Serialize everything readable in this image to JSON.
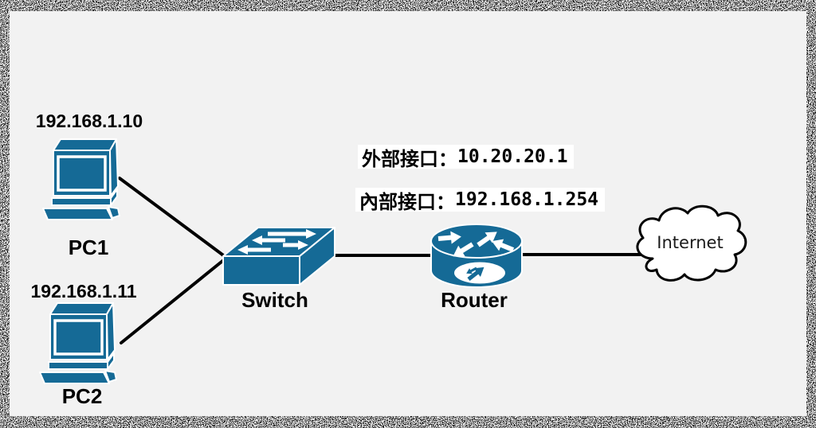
{
  "colors": {
    "background": "#f2f2f2",
    "device-blue": "#156a96",
    "line-black": "#000000",
    "label-bg": "#ffffff"
  },
  "nodes": {
    "pc1": {
      "label": "PC1",
      "ip": "192.168.1.10"
    },
    "pc2": {
      "label": "PC2",
      "ip": "192.168.1.11"
    },
    "switch": {
      "label": "Switch"
    },
    "router": {
      "label": "Router"
    },
    "internet": {
      "label": "Internet"
    }
  },
  "router_interfaces": {
    "external": {
      "prefix": "外部接口：",
      "value": "10.20.20.1"
    },
    "internal": {
      "prefix": "內部接口：",
      "value": "192.168.1.254"
    }
  },
  "connections": [
    {
      "from": "PC1",
      "to": "Switch"
    },
    {
      "from": "PC2",
      "to": "Switch"
    },
    {
      "from": "Switch",
      "to": "Router"
    },
    {
      "from": "Router",
      "to": "Internet"
    }
  ],
  "icons": {
    "pc1": "desktop-computer-icon",
    "pc2": "desktop-computer-icon",
    "switch": "network-switch-icon",
    "router": "router-cylinder-icon",
    "internet": "cloud-icon"
  }
}
